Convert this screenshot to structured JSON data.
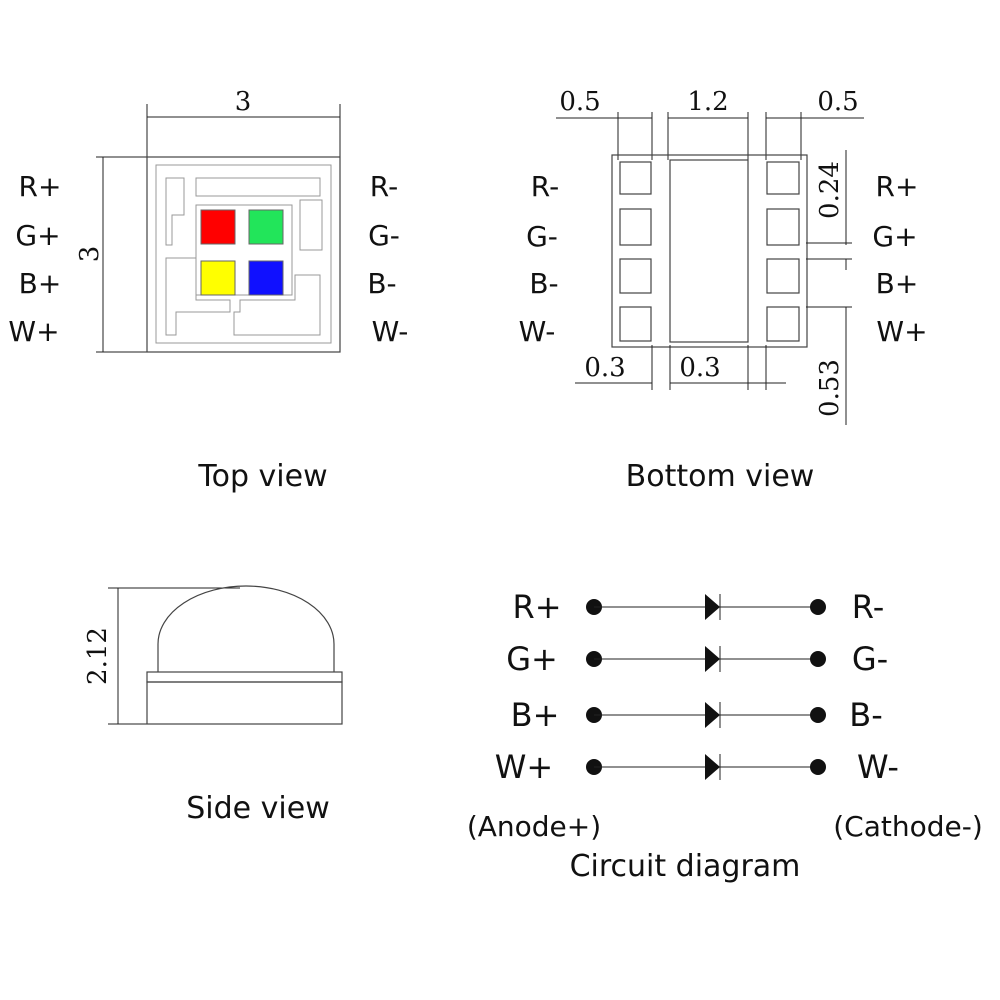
{
  "top_view": {
    "caption": "Top view",
    "dim_width": "3",
    "dim_height": "3",
    "left_pins": [
      "R+",
      "G+",
      "B+",
      "W+"
    ],
    "right_pins": [
      "R-",
      "G-",
      "B-",
      "W-"
    ],
    "chip_colors": {
      "red": "#ff0000",
      "green": "#22e55a",
      "yellow": "#ffff00",
      "blue": "#1010ff"
    }
  },
  "bottom_view": {
    "caption": "Bottom view",
    "left_pins": [
      "R-",
      "G-",
      "B-",
      "W-"
    ],
    "right_pins": [
      "R+",
      "G+",
      "B+",
      "W+"
    ],
    "dims": {
      "pad_width": "0.5",
      "center_width": "1.2",
      "pad_width_right": "0.5",
      "pad_height": "0.24",
      "gap_left": "0.3",
      "gap_center": "0.3",
      "pitch": "0.53"
    }
  },
  "side_view": {
    "caption": "Side view",
    "dim_height": "2.12"
  },
  "circuit": {
    "caption": "Circuit diagram",
    "anodes": [
      "R+",
      "G+",
      "B+",
      "W+"
    ],
    "cathodes": [
      "R-",
      "G-",
      "B-",
      "W-"
    ],
    "anode_label": "(Anode+)",
    "cathode_label": "(Cathode-)"
  }
}
